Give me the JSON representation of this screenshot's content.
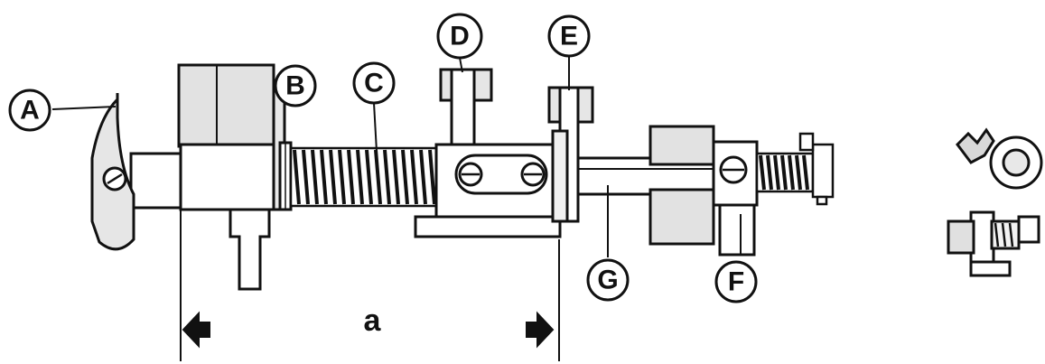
{
  "callouts": {
    "A": "A",
    "B": "B",
    "C": "C",
    "D": "D",
    "E": "E",
    "F": "F",
    "G": "G"
  },
  "dimension": {
    "label": "a"
  },
  "colors": {
    "ink": "#111111",
    "shade": "#dcdcdc",
    "paper": "#ffffff"
  }
}
